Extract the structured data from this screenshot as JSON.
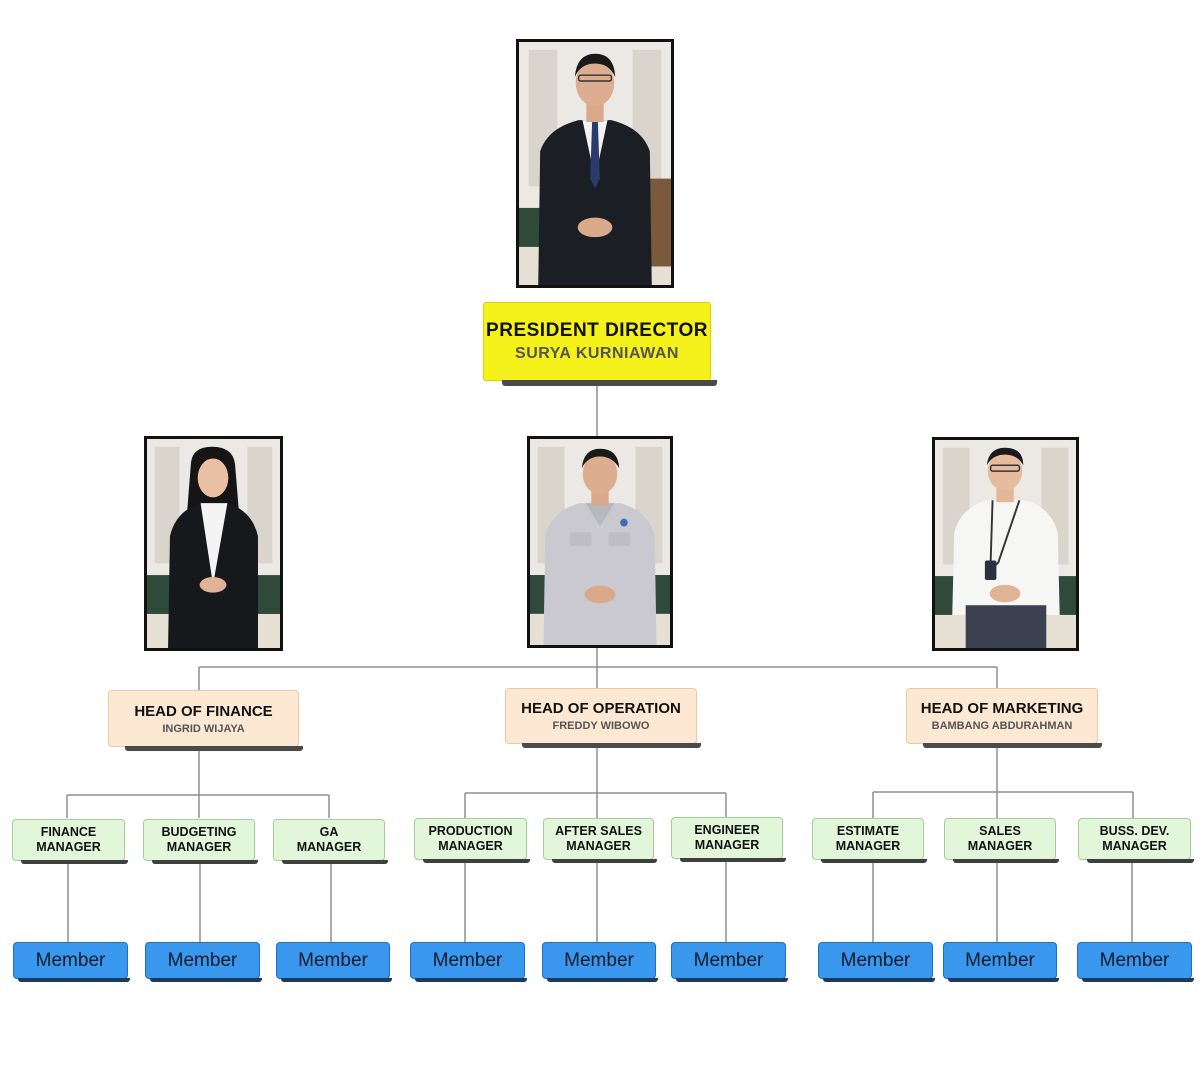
{
  "president": {
    "title": "PRESIDENT DIRECTOR",
    "name": "SURYA KURNIAWAN"
  },
  "heads": [
    {
      "title": "HEAD OF FINANCE",
      "name": "INGRID WIJAYA"
    },
    {
      "title": "HEAD OF OPERATION",
      "name": "FREDDY WIBOWO"
    },
    {
      "title": "HEAD OF MARKETING",
      "name": "BAMBANG ABDURAHMAN"
    }
  ],
  "managers": [
    "FINANCE\nMANAGER",
    "BUDGETING\nMANAGER",
    "GA\nMANAGER",
    "PRODUCTION\nMANAGER",
    "AFTER SALES\nMANAGER",
    "ENGINEER\nMANAGER",
    "ESTIMATE\nMANAGER",
    "SALES\nMANAGER",
    "BUSS. DEV.\nMANAGER"
  ],
  "members": [
    "Member",
    "Member",
    "Member",
    "Member",
    "Member",
    "Member",
    "Member",
    "Member",
    "Member"
  ],
  "colors": {
    "president_box": "#f4f21a",
    "head_box": "#fde9d3",
    "manager_box": "#e2f6da",
    "member_box": "#3a97ee",
    "connector": "#8f8f8f"
  }
}
